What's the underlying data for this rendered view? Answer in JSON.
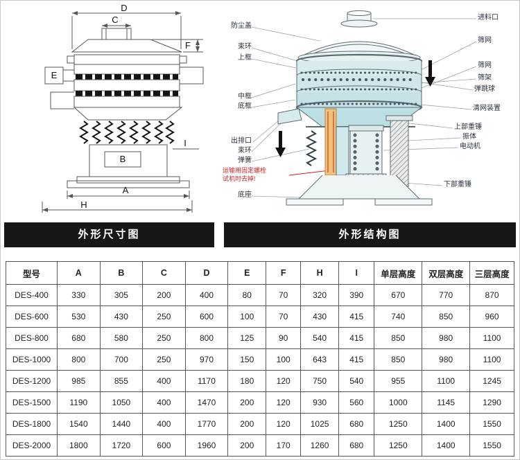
{
  "banners": {
    "left_title": "外形尺寸图",
    "right_title": "外形结构图"
  },
  "dimension_diagram": {
    "labels": {
      "D": "D",
      "C": "C",
      "F": "F",
      "E": "E",
      "B": "B",
      "A": "A",
      "H": "H",
      "I": "I"
    }
  },
  "structure_diagram": {
    "left_labels": [
      "防尘盖",
      "束环",
      "上框",
      "中框",
      "底框",
      "出排口",
      "束环",
      "弹簧",
      "底座"
    ],
    "right_labels": [
      "进料口",
      "筛网",
      "筛网",
      "筛架",
      "弹跳球",
      "清网装置",
      "上部重锤",
      "振体",
      "电动机",
      "下部重锤"
    ],
    "warning_line1": "运输用固定螺栓",
    "warning_line2": "试机时去掉!",
    "colors": {
      "warning": "#cc2222",
      "body_teal": "#cfe9ec",
      "shaft_orange": "#eec27a",
      "banner": "#171717"
    }
  },
  "table": {
    "headers": [
      "型号",
      "A",
      "B",
      "C",
      "D",
      "E",
      "F",
      "H",
      "I",
      "单层高度",
      "双层高度",
      "三层高度"
    ],
    "rows": [
      [
        "DES-400",
        "330",
        "305",
        "200",
        "400",
        "80",
        "70",
        "320",
        "390",
        "670",
        "770",
        "870"
      ],
      [
        "DES-600",
        "530",
        "430",
        "250",
        "600",
        "100",
        "70",
        "430",
        "415",
        "740",
        "850",
        "960"
      ],
      [
        "DES-800",
        "680",
        "580",
        "250",
        "800",
        "125",
        "90",
        "540",
        "415",
        "850",
        "980",
        "1100"
      ],
      [
        "DES-1000",
        "800",
        "700",
        "250",
        "970",
        "150",
        "100",
        "643",
        "415",
        "850",
        "980",
        "1100"
      ],
      [
        "DES-1200",
        "985",
        "855",
        "400",
        "1170",
        "180",
        "120",
        "750",
        "540",
        "955",
        "1100",
        "1245"
      ],
      [
        "DES-1500",
        "1190",
        "1050",
        "400",
        "1470",
        "200",
        "120",
        "930",
        "560",
        "1000",
        "1145",
        "1290"
      ],
      [
        "DES-1800",
        "1540",
        "1440",
        "400",
        "1770",
        "200",
        "120",
        "1025",
        "680",
        "1250",
        "1400",
        "1550"
      ],
      [
        "DES-2000",
        "1800",
        "1720",
        "600",
        "1960",
        "200",
        "170",
        "1260",
        "680",
        "1250",
        "1400",
        "1550"
      ]
    ]
  }
}
